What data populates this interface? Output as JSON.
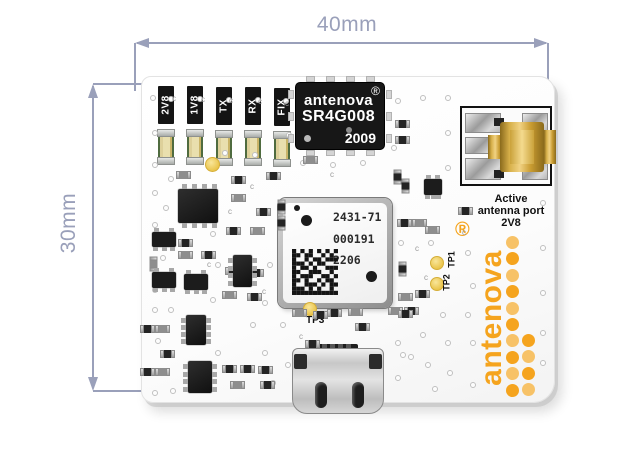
{
  "dimensions": {
    "width_label": "40mm",
    "height_label": "30mm"
  },
  "board": {
    "led_labels": [
      "2V8",
      "1V8",
      "TX",
      "RX",
      "FIX"
    ],
    "rf_module": {
      "brand": "antenova",
      "reg_mark": "®",
      "part_number": "SR4G008",
      "date_code": "2009"
    },
    "gnss_module": {
      "line1": "2431-71",
      "line2": "000191",
      "line3": "2206"
    },
    "antenna_port_label": {
      "line1": "Active",
      "line2": "antenna port",
      "line3": "2V8"
    },
    "test_points": {
      "tp1": "TP1",
      "tp2": "TP2",
      "tp3": "TP3"
    },
    "logo": {
      "text": "antenova",
      "reg_mark": "®"
    },
    "silkscreen_mark": "c"
  },
  "colors": {
    "dimension_annotation": "#9AA0BA",
    "logo_orange": "#F5A41E",
    "logo_dot_light": "#F7C267",
    "gold_connector": "#C99C31",
    "test_pad_yellow": "#EAC54D"
  }
}
